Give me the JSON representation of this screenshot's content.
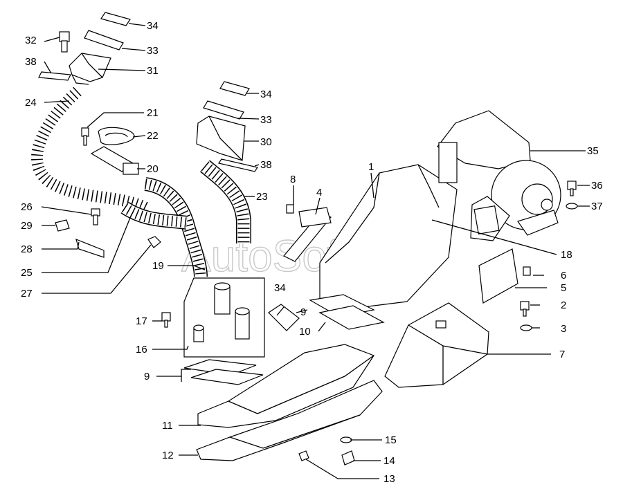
{
  "watermark": "AutoSoft",
  "callouts": [
    {
      "id": "c34a",
      "label": "34"
    },
    {
      "id": "c33a",
      "label": "33"
    },
    {
      "id": "c31",
      "label": "31"
    },
    {
      "id": "c32",
      "label": "32"
    },
    {
      "id": "c38a",
      "label": "38"
    },
    {
      "id": "c24",
      "label": "24"
    },
    {
      "id": "c21",
      "label": "21"
    },
    {
      "id": "c22",
      "label": "22"
    },
    {
      "id": "c20",
      "label": "20"
    },
    {
      "id": "c34b",
      "label": "34"
    },
    {
      "id": "c33b",
      "label": "33"
    },
    {
      "id": "c30",
      "label": "30"
    },
    {
      "id": "c38b",
      "label": "38"
    },
    {
      "id": "c23",
      "label": "23"
    },
    {
      "id": "c1",
      "label": "1"
    },
    {
      "id": "c35",
      "label": "35"
    },
    {
      "id": "c36",
      "label": "36"
    },
    {
      "id": "c37",
      "label": "37"
    },
    {
      "id": "c8",
      "label": "8"
    },
    {
      "id": "c4",
      "label": "4"
    },
    {
      "id": "c26",
      "label": "26"
    },
    {
      "id": "c29",
      "label": "29"
    },
    {
      "id": "c28",
      "label": "28"
    },
    {
      "id": "c25",
      "label": "25"
    },
    {
      "id": "c27",
      "label": "27"
    },
    {
      "id": "c19",
      "label": "19"
    },
    {
      "id": "c18",
      "label": "18"
    },
    {
      "id": "c6",
      "label": "6"
    },
    {
      "id": "c5",
      "label": "5"
    },
    {
      "id": "c34c",
      "label": "34"
    },
    {
      "id": "c2",
      "label": "2"
    },
    {
      "id": "c3",
      "label": "3"
    },
    {
      "id": "c9a",
      "label": "9"
    },
    {
      "id": "c10",
      "label": "10"
    },
    {
      "id": "c17",
      "label": "17"
    },
    {
      "id": "c16",
      "label": "16"
    },
    {
      "id": "c7",
      "label": "7"
    },
    {
      "id": "c9b",
      "label": "9"
    },
    {
      "id": "c11",
      "label": "11"
    },
    {
      "id": "c15",
      "label": "15"
    },
    {
      "id": "c12",
      "label": "12"
    },
    {
      "id": "c14",
      "label": "14"
    },
    {
      "id": "c13",
      "label": "13"
    }
  ]
}
